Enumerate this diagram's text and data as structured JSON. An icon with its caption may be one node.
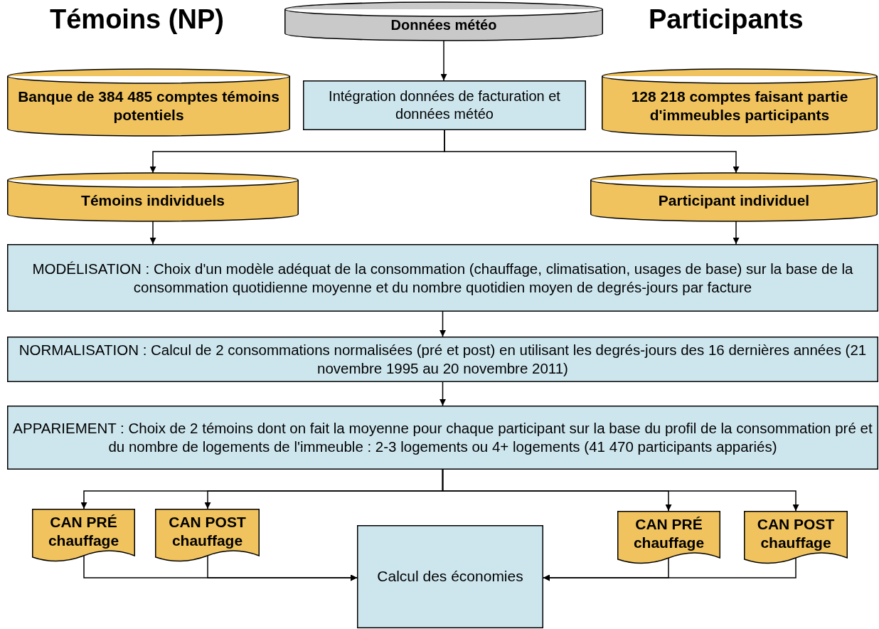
{
  "diagram": {
    "nodes": [
      {
        "text": [
          "Données météo"
        ]
      },
      {
        "text": [
          "Banque de 384 485 comptes témoins potentiels"
        ]
      },
      {
        "text": [
          "Intégration données de facturation et données météo"
        ]
      },
      {
        "text": [
          "128 218 comptes faisant partie d'immeubles participants"
        ]
      },
      {
        "text": [
          "Témoins individuels"
        ]
      },
      {
        "text": [
          "Participant individuel"
        ]
      },
      {
        "text": [
          "MODÉLISATION : Choix d'un modèle adéquat de la consommation (chauffage, climatisation, usages de base) sur la base de la consommation quotidienne moyenne et du nombre quotidien moyen de degrés-jours par facture"
        ]
      },
      {
        "text": [
          "NORMALISATION : Calcul de 2 consommations normalisées (pré et post) en utilisant les degrés-jours des 16 dernières années (21 novembre 1995 au 20 novembre 2011)"
        ]
      },
      {
        "text": [
          "APPARIEMENT : Choix de 2 témoins dont on fait la moyenne pour chaque participant sur la base du profil de la consommation pré et du nombre de logements de l'immeuble : 2-3 logements ou 4+ logements (41 470 participants appariés)"
        ]
      },
      {
        "text": [
          "CAN PRÉ chauffage"
        ]
      },
      {
        "text": [
          "CAN POST chauffage"
        ]
      },
      {
        "text": [
          "Calcul des économies"
        ]
      },
      {
        "text": [
          "CAN PRÉ chauffage"
        ]
      },
      {
        "text": [
          "CAN POST chauffage"
        ]
      }
    ],
    "edges": [
      {
        "from": 0,
        "to": 2,
        "arrow": "to"
      },
      {
        "from": 2,
        "to": 4,
        "arrow": "to"
      },
      {
        "from": 2,
        "to": 5,
        "arrow": "to"
      },
      {
        "from": 4,
        "to": 6,
        "arrow": "to"
      },
      {
        "from": 5,
        "to": 6,
        "arrow": "to"
      },
      {
        "from": 6,
        "to": 7,
        "arrow": "to"
      },
      {
        "from": 7,
        "to": 8,
        "arrow": "to"
      },
      {
        "from": 8,
        "to": 9,
        "arrow": "to"
      },
      {
        "from": 8,
        "to": 10,
        "arrow": "to"
      },
      {
        "from": 8,
        "to": 12,
        "arrow": "to"
      },
      {
        "from": 8,
        "to": 13,
        "arrow": "to"
      },
      {
        "from": 9,
        "to": 11,
        "arrow": "to"
      },
      {
        "from": 10,
        "to": 11,
        "arrow": "to"
      },
      {
        "from": 12,
        "to": 11,
        "arrow": "to"
      },
      {
        "from": 13,
        "to": 11,
        "arrow": "to"
      }
    ],
    "labels": [
      "Témoins (NP)",
      "Participants"
    ]
  }
}
